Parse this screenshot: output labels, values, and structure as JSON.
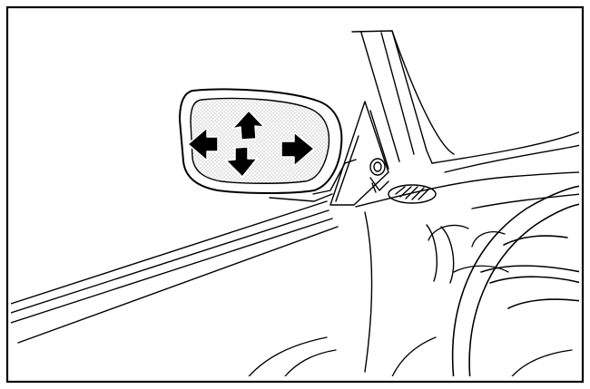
{
  "figure": {
    "subject": "outside-mirror-adjustment",
    "arrow_directions": [
      "up",
      "down",
      "left",
      "right"
    ],
    "colors": {
      "ink": "#000000",
      "paper": "#ffffff",
      "mirror_glass_stipple": "#7a7a7a",
      "arrow_fill": "#000000"
    }
  }
}
